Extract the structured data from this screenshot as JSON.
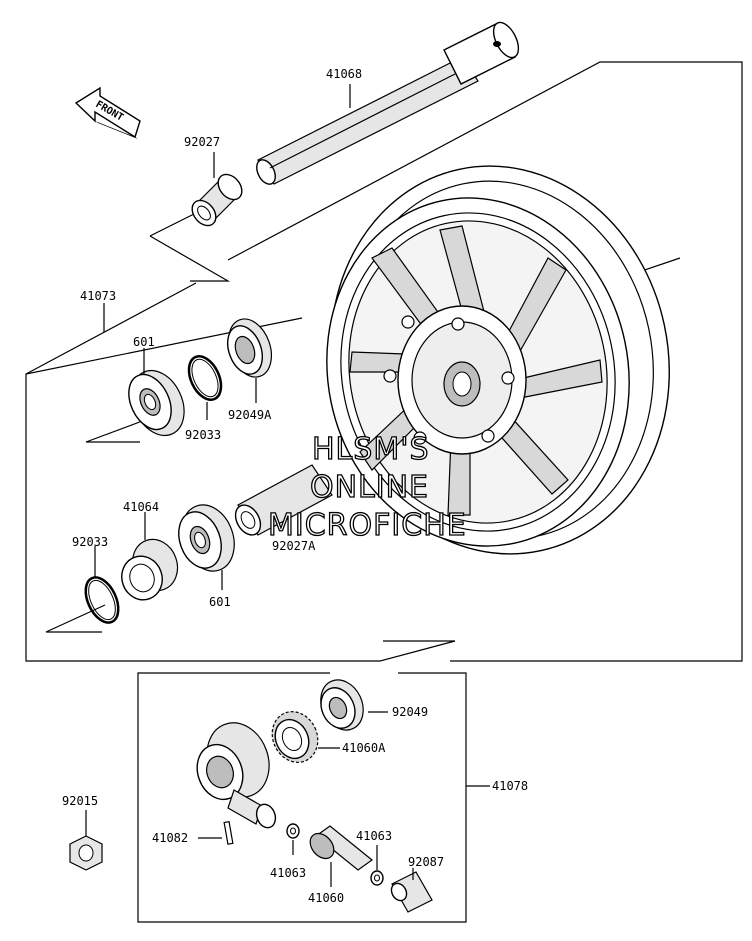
{
  "front_arrow": "FRONT",
  "watermark": {
    "line1": "HLSM'S",
    "line2": "ONLINE",
    "line3": "MICROFICHE"
  },
  "labels": {
    "p41068": "41068",
    "p92027": "92027",
    "p41073": "41073",
    "p601a": "601",
    "p92033a": "92033",
    "p92049A": "92049A",
    "p41064": "41064",
    "p92033b": "92033",
    "p601b": "601",
    "p92027A": "92027A",
    "p92049": "92049",
    "p41060A": "41060A",
    "p41078": "41078",
    "p92015": "92015",
    "p41082": "41082",
    "p41063a": "41063",
    "p41063b": "41063",
    "p92087": "92087",
    "p41060": "41060"
  }
}
